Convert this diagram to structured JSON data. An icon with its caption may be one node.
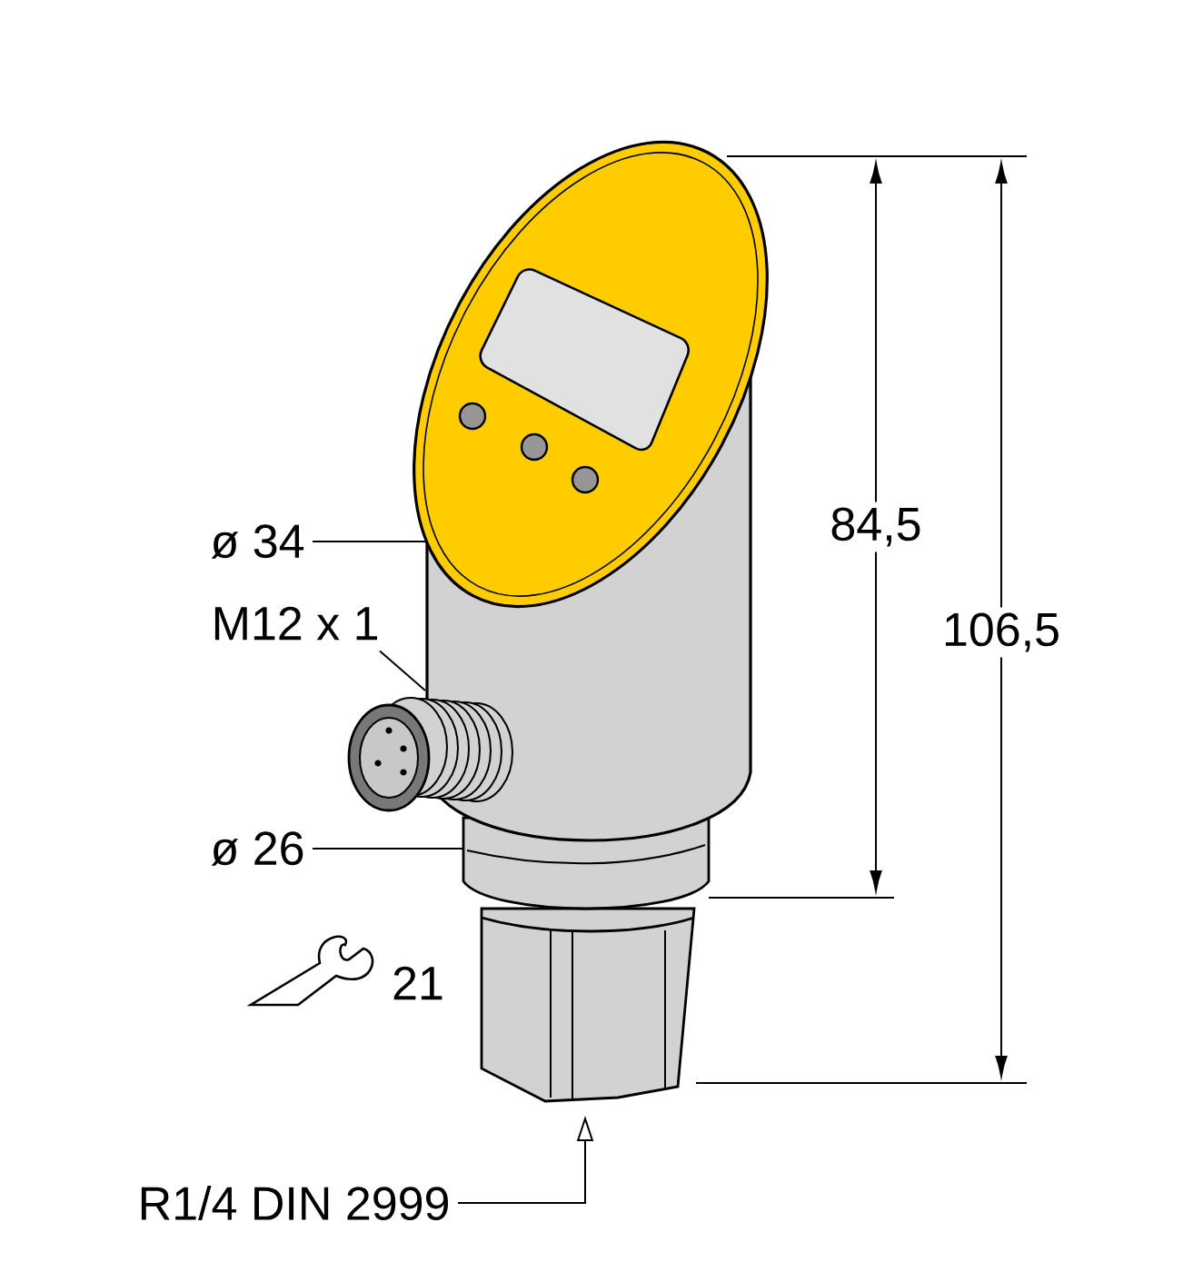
{
  "diagram": {
    "nodes": [
      {
        "text": [
          "ø 34"
        ]
      },
      {
        "text": [],
        "shape": "picture"
      },
      {
        "text": [
          "M12 x 1"
        ]
      },
      {
        "text": [],
        "shape": "picture"
      },
      {
        "text": [
          "ø 26"
        ]
      },
      {
        "text": [],
        "shape": "picture"
      },
      {
        "text": [
          "R1/4 DIN 2999"
        ]
      },
      {
        "text": [],
        "shape": "picture"
      }
    ],
    "edges": [
      {
        "from": 0,
        "to": 1,
        "arrow": "none"
      },
      {
        "from": 2,
        "to": 3,
        "arrow": "none"
      },
      {
        "from": 4,
        "to": 5,
        "arrow": "none"
      },
      {
        "from": 6,
        "to": 7,
        "arrow": "to"
      }
    ],
    "labels": [
      "84,5",
      "106,5",
      "21"
    ]
  }
}
